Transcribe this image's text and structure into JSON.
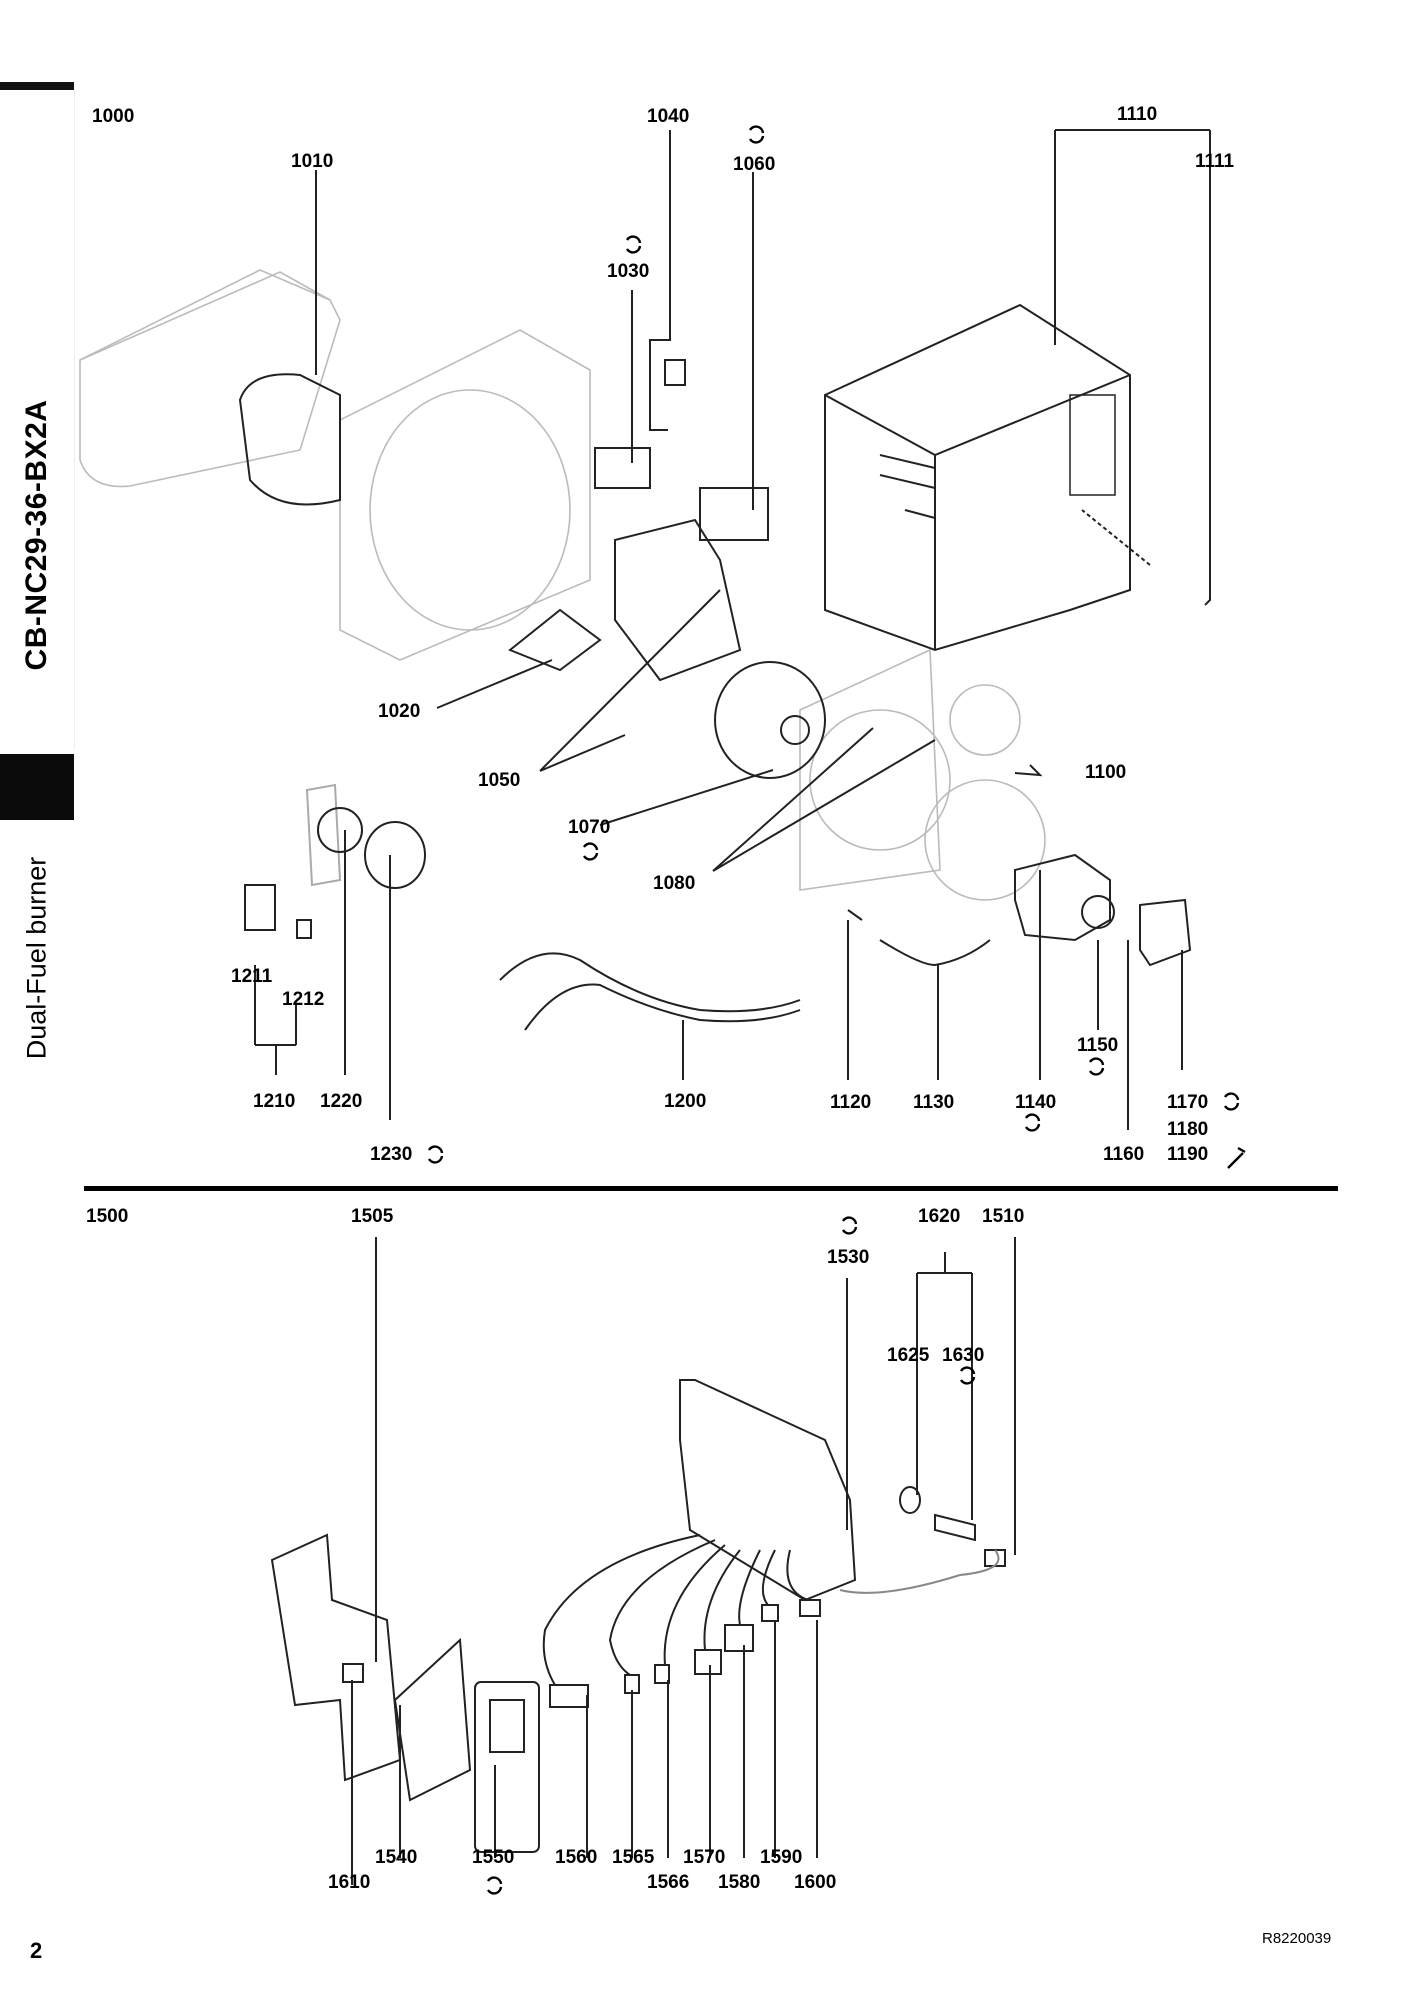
{
  "sidebar": {
    "title": "CB-NC29-36-BX2A",
    "subtitle": "Dual-Fuel burner"
  },
  "page": {
    "number": "2",
    "reference": "R8220039"
  },
  "upper_assembly": {
    "group": "1000",
    "labels": [
      "1010",
      "1020",
      "1030",
      "1040",
      "1050",
      "1060",
      "1070",
      "1080",
      "1100",
      "1110",
      "1111",
      "1120",
      "1130",
      "1140",
      "1150",
      "1160",
      "1170",
      "1180",
      "1190",
      "1200",
      "1210",
      "1211",
      "1212",
      "1220",
      "1230"
    ]
  },
  "lower_assembly": {
    "group": "1500",
    "labels": [
      "1505",
      "1510",
      "1530",
      "1540",
      "1550",
      "1560",
      "1565",
      "1566",
      "1570",
      "1580",
      "1590",
      "1600",
      "1610",
      "1620",
      "1625",
      "1630"
    ]
  },
  "icons": {
    "rotation": "rotate-icon",
    "tool": "wrench-icon"
  }
}
